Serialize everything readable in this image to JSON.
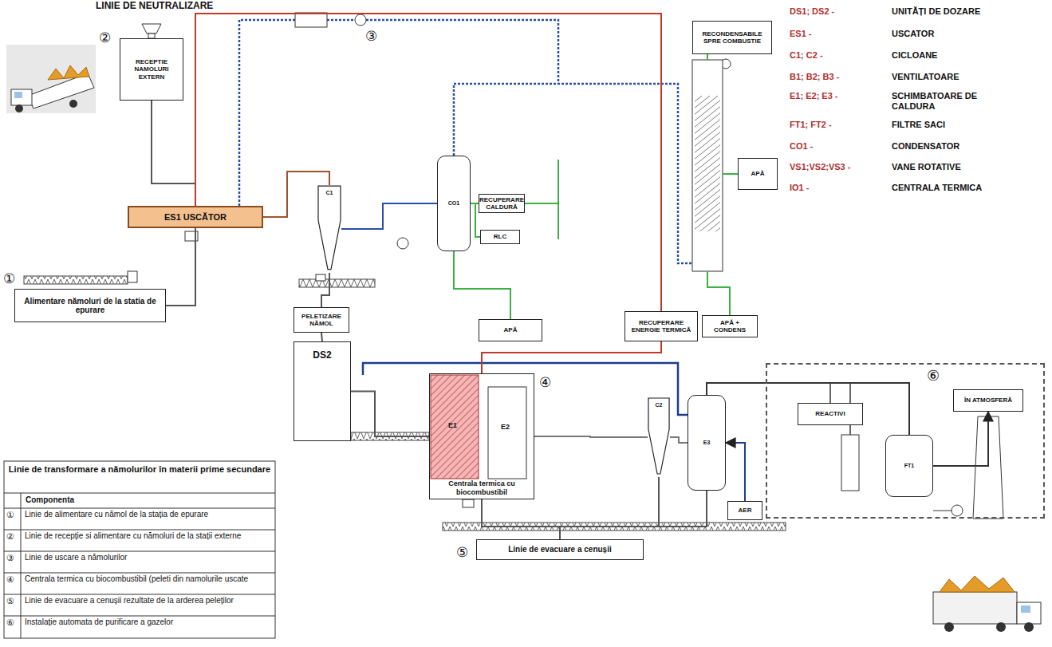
{
  "diagram": {
    "title": "LINIE DE NEUTRALIZARE",
    "nodes": [
      {
        "text": [
          "RECEPTIE NAMOLURI EXTERN"
        ]
      },
      {
        "text": [
          "ES1 USCĂTOR"
        ]
      },
      {
        "text": [
          "Alimentare nămoluri de la statia de epurare"
        ]
      },
      {
        "text": [
          "C1"
        ]
      },
      {
        "text": [
          "CO1"
        ]
      },
      {
        "text": [
          "RECUPERARE CALDURĂ"
        ]
      },
      {
        "text": [
          "RLC"
        ]
      },
      {
        "text": [
          "RECONDENSABILE SPRE COMBUSTIE"
        ]
      },
      {
        "text": [
          "APĂ"
        ]
      },
      {
        "text": [
          "APĂ"
        ]
      },
      {
        "text": [
          "RECUPERARE ENERGIE TERMICĂ"
        ]
      },
      {
        "text": [
          "APĂ + CONDENS"
        ]
      },
      {
        "text": [
          "PELETIZARE NĂMOL"
        ]
      },
      {
        "text": [
          "DS2"
        ]
      },
      {
        "text": [
          "Centrala termica cu biocombustibil"
        ]
      },
      {
        "text": [
          "C2"
        ]
      },
      {
        "text": [
          "E3"
        ]
      },
      {
        "text": [
          "AER"
        ]
      },
      {
        "text": [
          "Linie de evacuare a cenușii"
        ]
      },
      {
        "text": [
          "⑥"
        ]
      },
      {
        "text": [
          "REACTIVI"
        ],
        "in": 19
      },
      {
        "text": [
          "ÎN ATMOSFERĂ"
        ],
        "in": 19
      },
      {
        "text": [
          "FT1"
        ],
        "in": 19
      }
    ],
    "edges": [
      {
        "from": 2,
        "to": 1,
        "arrow": "none"
      },
      {
        "from": 0,
        "to": 1,
        "arrow": "none"
      },
      {
        "from": 1,
        "to": 3,
        "arrow": "none"
      },
      {
        "from": 3,
        "to": 12,
        "arrow": "none"
      },
      {
        "from": 12,
        "to": 13,
        "arrow": "none"
      },
      {
        "from": 13,
        "to": 14,
        "arrow": "none"
      },
      {
        "from": 14,
        "to": 15,
        "arrow": "none"
      },
      {
        "from": 15,
        "to": 16,
        "arrow": "none"
      },
      {
        "from": 16,
        "to": 22,
        "arrow": "none"
      },
      {
        "from": 22,
        "to": 21,
        "arrow": "to"
      },
      {
        "from": 17,
        "to": 16,
        "arrow": "to"
      },
      {
        "from": 14,
        "to": 18,
        "arrow": "none"
      },
      {
        "from": 15,
        "to": 18,
        "arrow": "none"
      },
      {
        "from": 16,
        "to": 18,
        "arrow": "none"
      },
      {
        "from": 3,
        "to": 4,
        "arrow": "none"
      },
      {
        "from": 4,
        "to": 9,
        "arrow": "none"
      },
      {
        "from": 5,
        "to": 4,
        "arrow": "none"
      },
      {
        "from": 6,
        "to": 4,
        "arrow": "none"
      },
      {
        "from": 14,
        "to": 10,
        "arrow": "none"
      },
      {
        "from": 1,
        "to": 10,
        "arrow": "none"
      }
    ],
    "labels": [
      "①",
      "②",
      "③",
      "④",
      "⑤",
      "E1",
      "E2",
      "DS1; DS2 -",
      "UNITĂȚI DE DOZARE",
      "ES1 -",
      "USCATOR",
      "C1; C2 -",
      "CICLOANE",
      "B1; B2; B3 -",
      "VENTILATOARE",
      "E1; E2; E3 -",
      "SCHIMBATOARE DE CALDURA",
      "FT1; FT2 -",
      "FILTRE SACI",
      "CO1 -",
      "CONDENSATOR",
      "VS1;VS2;VS3 -",
      "VANE ROTATIVE",
      "IO1 -",
      "CENTRALA TERMICA",
      "Linie de transformare a nămolurilor în materii prime secundare",
      "Componenta",
      "①",
      "Linie de alimentare  cu nămol de la stația de epurare",
      "②",
      "Linie de recepție si alimentare cu nămoluri de la stații externe",
      "③",
      "Linie de uscare a nămolurilor",
      "④",
      "Centrala termica cu biocombustibil (peleti din namolurile uscate",
      "⑤",
      "Linie de evacuare a cenușii rezultate de la arderea peleților",
      "⑥",
      "Instalație automata de purificare a gazelor"
    ]
  }
}
